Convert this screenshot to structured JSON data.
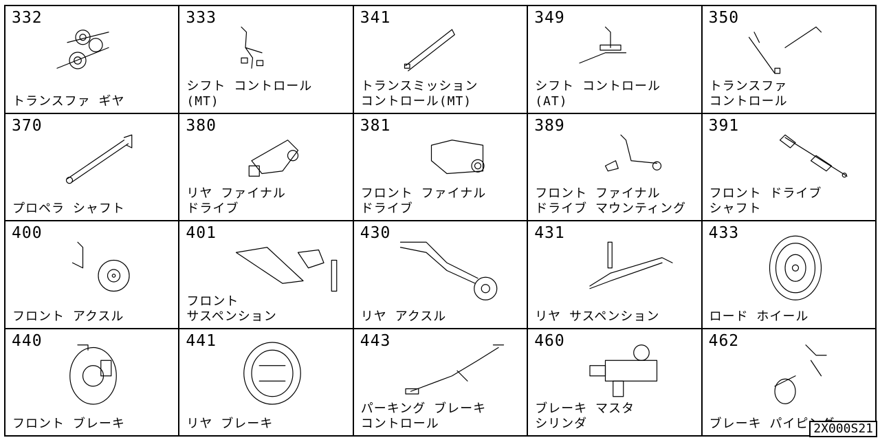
{
  "cells": [
    {
      "num": "332",
      "label": "トランスファ ギヤ",
      "icon": "transfer-gear-icon"
    },
    {
      "num": "333",
      "label": "シフト コントロール\n(MT)",
      "icon": "shift-lever-icon"
    },
    {
      "num": "341",
      "label": "トランスミッション\nコントロール(MT)",
      "icon": "control-rod-icon"
    },
    {
      "num": "349",
      "label": "シフト コントロール\n(AT)",
      "icon": "at-shift-icon"
    },
    {
      "num": "350",
      "label": "トランスファ\nコントロール",
      "icon": "transfer-control-icon"
    },
    {
      "num": "370",
      "label": "プロペラ シャフト",
      "icon": "propeller-shaft-icon"
    },
    {
      "num": "380",
      "label": "リヤ ファイナル\nドライブ",
      "icon": "rear-final-drive-icon"
    },
    {
      "num": "381",
      "label": "フロント ファイナル\nドライブ",
      "icon": "front-final-drive-icon"
    },
    {
      "num": "389",
      "label": "フロント ファイナル\nドライブ マウンティング",
      "icon": "mounting-icon"
    },
    {
      "num": "391",
      "label": "フロント ドライブ\nシャフト",
      "icon": "drive-shaft-icon"
    },
    {
      "num": "400",
      "label": "フロント アクスル",
      "icon": "front-axle-icon"
    },
    {
      "num": "401",
      "label": "フロント\nサスペンション",
      "icon": "front-suspension-icon"
    },
    {
      "num": "430",
      "label": "リヤ アクスル",
      "icon": "rear-axle-icon"
    },
    {
      "num": "431",
      "label": "リヤ サスペンション",
      "icon": "leaf-spring-icon"
    },
    {
      "num": "433",
      "label": "ロード ホイール",
      "icon": "wheel-icon"
    },
    {
      "num": "440",
      "label": "フロント ブレーキ",
      "icon": "brake-disc-icon"
    },
    {
      "num": "441",
      "label": "リヤ ブレーキ",
      "icon": "drum-brake-icon"
    },
    {
      "num": "443",
      "label": "パーキング ブレーキ\nコントロール",
      "icon": "parking-brake-icon"
    },
    {
      "num": "460",
      "label": "ブレーキ マスタ\nシリンダ",
      "icon": "master-cylinder-icon"
    },
    {
      "num": "462",
      "label": "ブレーキ パイピング",
      "icon": "brake-piping-icon"
    }
  ],
  "code": "2X000S21"
}
